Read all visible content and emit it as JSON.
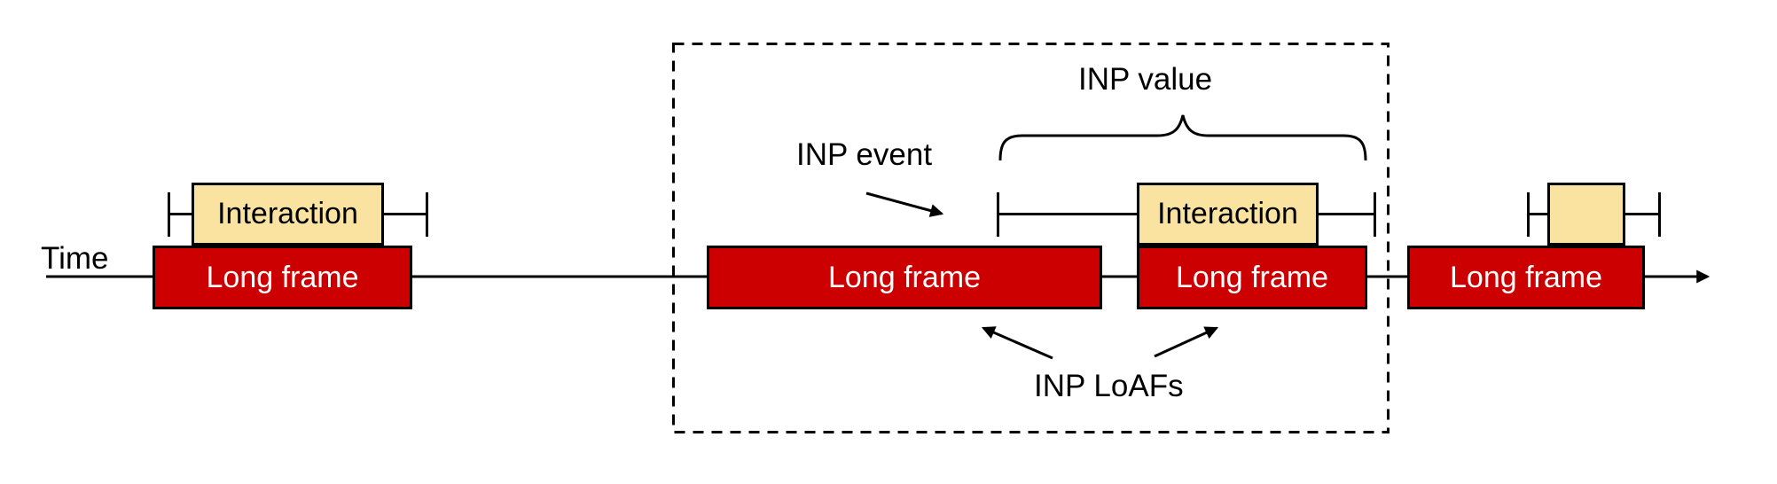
{
  "labels": {
    "time": "Time",
    "inp_event": "INP event",
    "inp_value": "INP value",
    "inp_loafs": "INP LoAFs"
  },
  "long_frames": [
    {
      "label": "Long frame"
    },
    {
      "label": "Long frame"
    },
    {
      "label": "Long frame"
    },
    {
      "label": "Long frame"
    }
  ],
  "interactions": [
    {
      "label": "Interaction"
    },
    {
      "label": "Interaction"
    },
    {
      "label": ""
    }
  ],
  "colors": {
    "long_frame_fill": "#cc0000",
    "long_frame_text": "#ffffff",
    "interaction_fill": "#fae3a1",
    "outline": "#000000",
    "background": "#ffffff"
  }
}
